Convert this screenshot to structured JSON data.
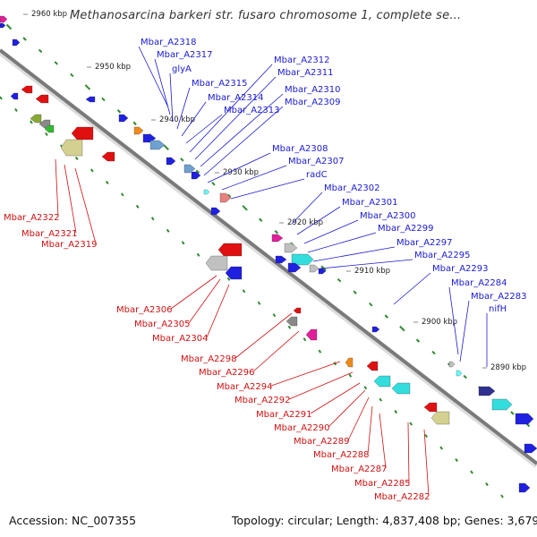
{
  "title": "Methanosarcina barkeri str. fusaro chromosome 1, complete se...",
  "footer": {
    "accession": "Accession: NC_007355",
    "summary": "Topology: circular; Length: 4,837,408 bp; Genes: 3,679"
  },
  "ticks": [
    "2960 kbp",
    "2950 kbp",
    "2940 kbp",
    "2930 kbp",
    "2920 kbp",
    "2910 kbp",
    "2900 kbp",
    "2890 kbp"
  ],
  "forward_genes": [
    "Mbar_A2318",
    "Mbar_A2317",
    "glyA",
    "Mbar_A2315",
    "Mbar_A2314",
    "Mbar_A2313",
    "Mbar_A2312",
    "Mbar_A2311",
    "Mbar_A2310",
    "Mbar_A2309",
    "Mbar_A2308",
    "Mbar_A2307",
    "radC",
    "Mbar_A2302",
    "Mbar_A2301",
    "Mbar_A2300",
    "Mbar_A2299",
    "Mbar_A2297",
    "Mbar_A2295",
    "Mbar_A2293",
    "Mbar_A2284",
    "Mbar_A2283",
    "nifH"
  ],
  "reverse_genes": [
    "Mbar_A2322",
    "Mbar_A2321",
    "Mbar_A2319",
    "Mbar_A2306",
    "Mbar_A2305",
    "Mbar_A2304",
    "Mbar_A2298",
    "Mbar_A2296",
    "Mbar_A2294",
    "Mbar_A2292",
    "Mbar_A2291",
    "Mbar_A2290",
    "Mbar_A2289",
    "Mbar_A2288",
    "Mbar_A2287",
    "Mbar_A2285",
    "Mbar_A2282"
  ],
  "colors": {
    "forward_gene": "#1a1ad0",
    "reverse_gene": "#cc1111",
    "backbone": "#8a8a8a",
    "gc_skew": "#2e8b2e"
  }
}
